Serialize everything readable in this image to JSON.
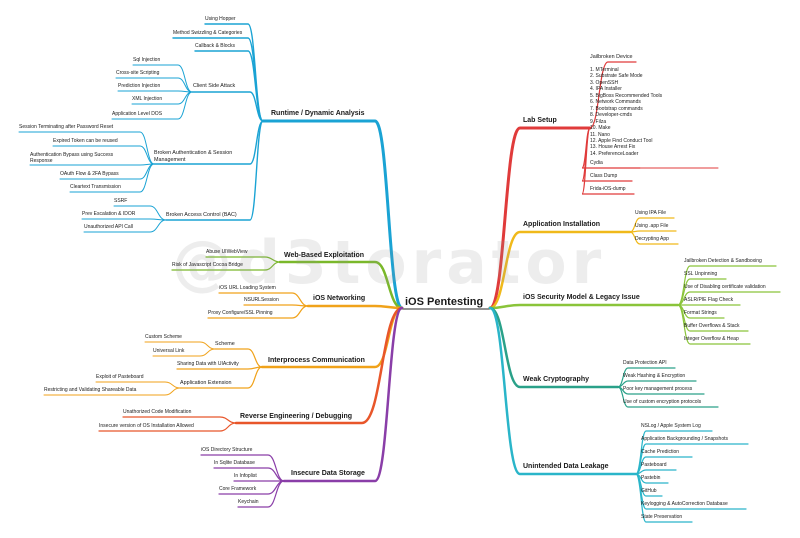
{
  "watermark": "@d3torator",
  "center": "iOS Pentesting",
  "branches": {
    "runtime": "Runtime / Dynamic Analysis",
    "web": "Web-Based Exploitation",
    "networking": "iOS Networking",
    "ipc": "Interprocess Communication",
    "re": "Reverse Engineering / Debugging",
    "storage": "Insecure Data Storage",
    "lab": "Lab Setup",
    "install": "Application Installation",
    "security": "iOS Security Model & Legacy Issue",
    "crypto": "Weak Cryptography",
    "leak": "Unintended Data Leakage"
  },
  "runtime": {
    "top": [
      "Using Hopper",
      "Method Swizzling & Categories",
      "Callback & Blocks"
    ],
    "client_side": "Client Side Attack",
    "client_side_items": [
      "Sql Injection",
      "Cross-site Scripting",
      "Prediction Injection",
      "XML Injection",
      "Application Level DOS"
    ],
    "auth": "Broken Authentication & Session Management",
    "auth_items": [
      "Session Terminating after Password Reset",
      "Expired Token can be reused",
      "Authentication Bypass using Success Response",
      "OAuth Flow & 2FA Bypass",
      "Cleartext Transmission"
    ],
    "bac": "Broken Access Control (BAC)",
    "bac_items": [
      "SSRF",
      "Prev Escalation & IDOR",
      "Unauthorized API Call"
    ]
  },
  "web_items": [
    "Abuse UIWebView",
    "Risk of Javascript Cocoa Bridge"
  ],
  "networking_items": [
    "iOS URL Loading System",
    "NSURLSession",
    "Proxy Configure/SSL Pinning"
  ],
  "ipc": {
    "scheme": "Scheme",
    "scheme_items": [
      "Custom Scheme",
      "Universal Link"
    ],
    "sharing": "Sharing Data with UIActivity",
    "extension": "Application Extension",
    "extension_items": [
      "Exploit of Pasteboard",
      "Restricting and Validating Shareable Data"
    ]
  },
  "re_items": [
    "Unathorized Code Modification",
    "Insecure version of OS Installation Allowed"
  ],
  "storage_items": [
    "iOS Directory Structure",
    "In Sqlite Database",
    "In Infoplist",
    "Core Framework",
    "Keychain"
  ],
  "lab": {
    "device": "Jailbroken Device",
    "device_items": [
      "1. MTerminal",
      "2. Substrate Safe Mode",
      "3. OpenSSH",
      "4. IPA Installer",
      "5. BigBoss Recommended Tools",
      "6. Network Commands",
      "7. Bootstrap commands",
      "8. Developer-cmds",
      "9. Filza",
      "10. Make",
      "11. Nano",
      "12. Apple Find Conduct Tool",
      "13. House Arrest Fix",
      "14. PreferenceLoader"
    ],
    "others": [
      "Cydia",
      "Class Dump",
      "Frida-iOS-dump"
    ]
  },
  "install_items": [
    "Using IPA File",
    "Using .app File",
    "Decrypting App"
  ],
  "security_items": [
    "Jailbroken Detection & Sandboxing",
    "SSL Unpinning",
    "Use of Disabling certificate validation",
    "ASLR/PIE Flag Check",
    "Format Strings",
    "Buffer Overflows & Stack",
    "Integer Overflow & Heap"
  ],
  "crypto_items": [
    "Data Protection API",
    "Weak Hashing & Encryption",
    "Poor key management process",
    "Use of custom encryption protocols"
  ],
  "leak_items": [
    "NSLog / Apple System Log",
    "Application Backgrounding / Snapshots",
    "Cache Prediction",
    "Pasteboard",
    "Pastebin",
    "GitHub",
    "Keylogging & AutoCorrection Database",
    "State Preservation"
  ]
}
